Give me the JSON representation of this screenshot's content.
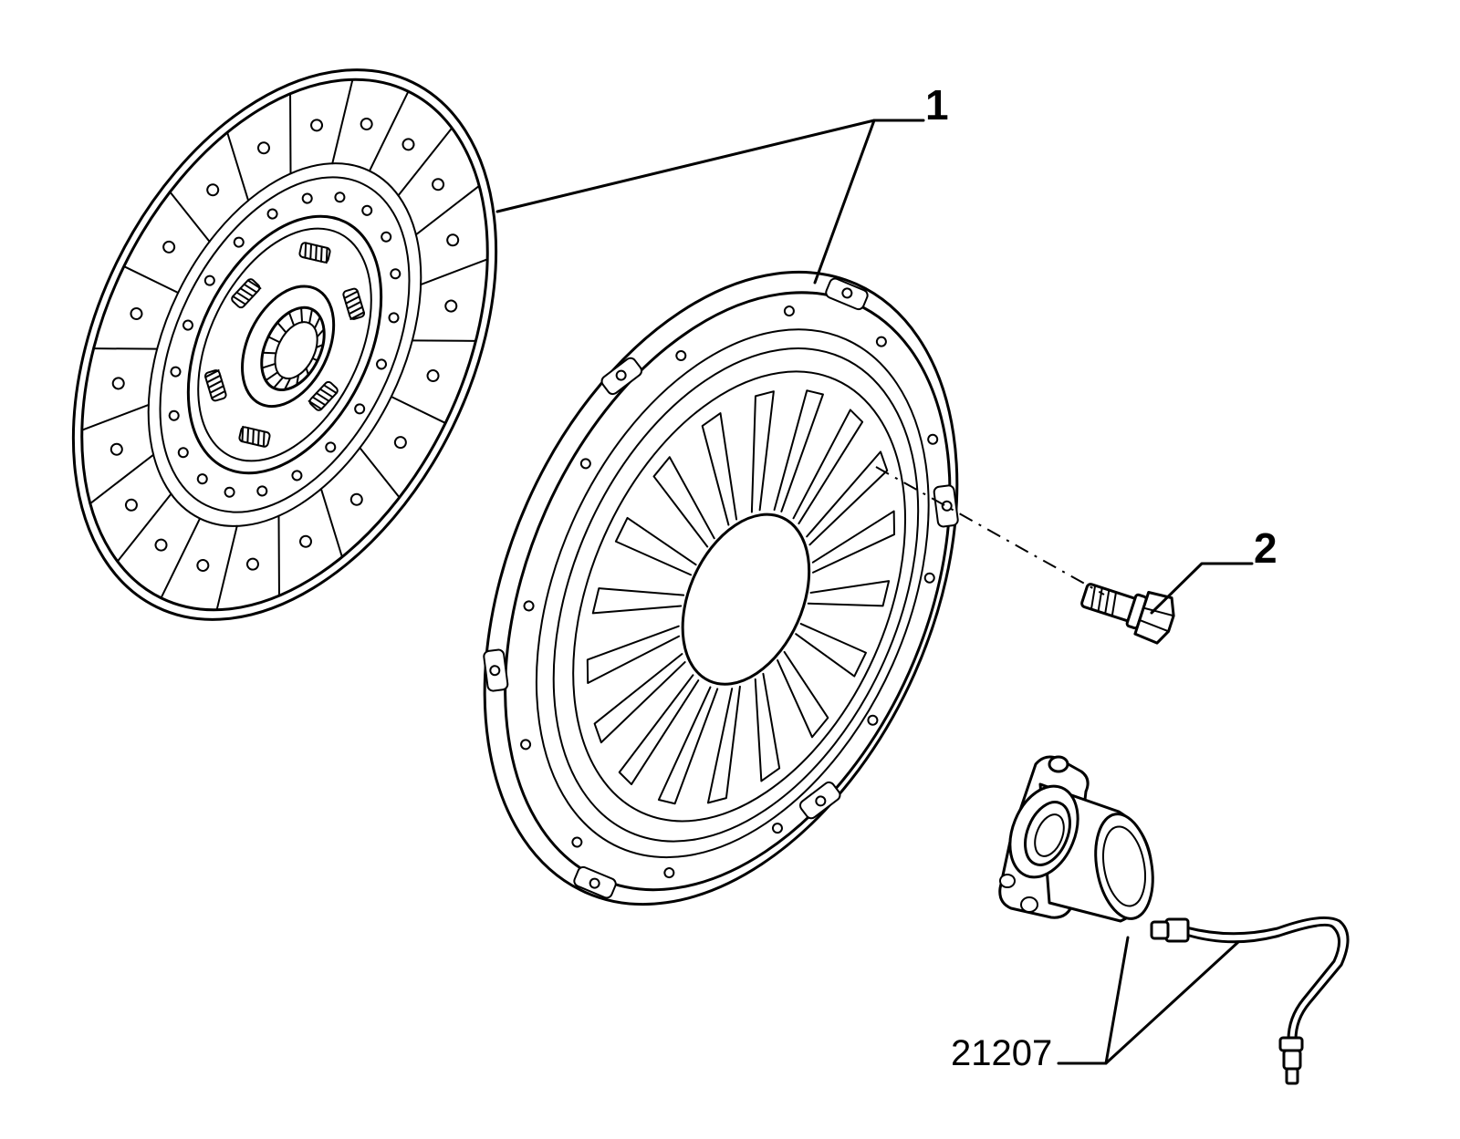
{
  "callouts": {
    "clutch_kit": "1",
    "bolt": "2",
    "release_bearing": "21207"
  },
  "colors": {
    "line": "#000000",
    "background": "#ffffff"
  }
}
